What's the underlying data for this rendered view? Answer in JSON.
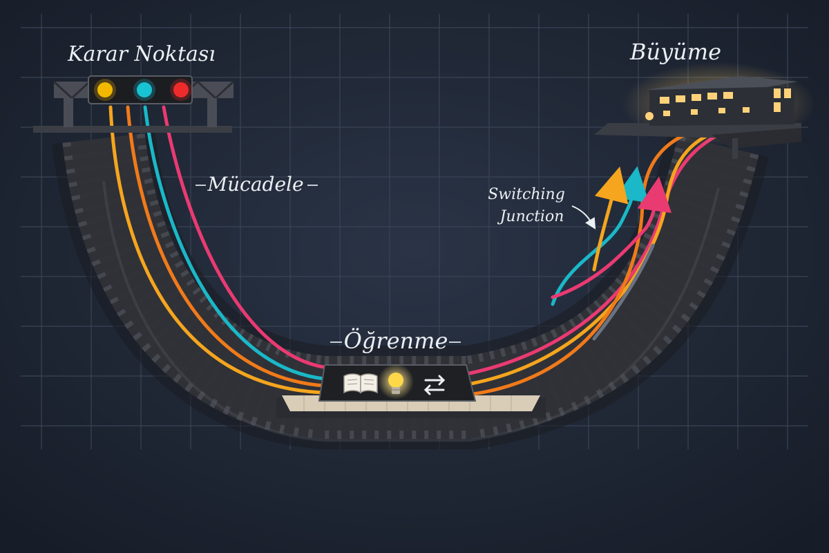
{
  "labels": {
    "decision_point": "Karar Noktası",
    "struggle": "Mücadele",
    "learning": "Öğrenme",
    "growth": "Büyüme",
    "junction_line1": "Switching",
    "junction_line2": "Junction"
  },
  "signal_lights": [
    {
      "name": "yellow",
      "color": "#f2b800"
    },
    {
      "name": "cyan",
      "color": "#19c3d3"
    },
    {
      "name": "red",
      "color": "#ee2b2b"
    }
  ],
  "track_colors": {
    "yellow": "#f5a51e",
    "orange": "#f07a1a",
    "cyan": "#1ab8c8",
    "pink": "#ea3a72"
  },
  "station_icons": [
    "open-book-icon",
    "light-bulb-icon",
    "switch-arrows-icon"
  ],
  "colors": {
    "background": "#222b3a",
    "grid": "#3a4456",
    "track_bed": "#2f3137",
    "sleeper": "#45484f",
    "platform_light": "#d9cdb8",
    "station_window": "#ffd27a"
  }
}
